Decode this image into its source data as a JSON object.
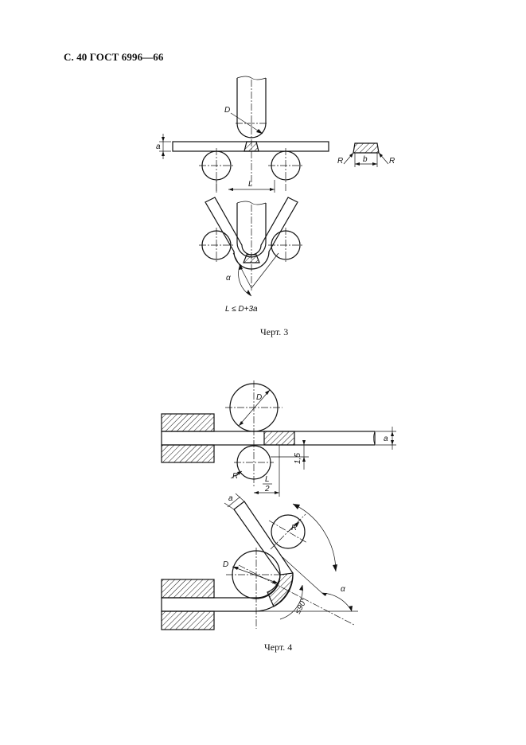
{
  "header": {
    "text": "С. 40 ГОСТ 6996—66"
  },
  "figure3": {
    "caption": "Черт. 3",
    "formula": "L ≤ D+3a",
    "labels": {
      "D": "D",
      "a": "a",
      "L": "L",
      "R_left": "R",
      "R_right": "R",
      "b": "b",
      "alpha": "α"
    }
  },
  "figure4": {
    "caption": "Черт. 4",
    "labels": {
      "D_top": "D",
      "a_right": "a",
      "dim_15": "1,5",
      "R_bottom": "R",
      "L_num": "L",
      "L_den": "2",
      "a_top": "a",
      "R_roller": "R",
      "D_bent": "D",
      "angle90": "≤90°",
      "alpha": "α"
    }
  }
}
